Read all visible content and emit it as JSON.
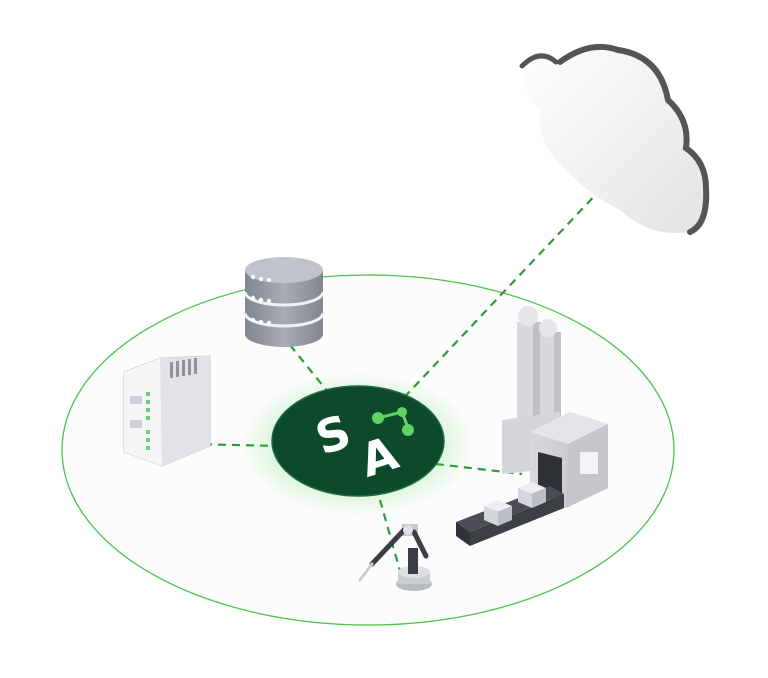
{
  "hub": {
    "logo_letters": [
      "S",
      "A"
    ],
    "icon": "network-nodes-icon"
  },
  "nodes": [
    {
      "id": "cloud",
      "icon": "cloud-icon"
    },
    {
      "id": "database",
      "icon": "database-server-icon"
    },
    {
      "id": "plc",
      "icon": "din-rail-controller-icon"
    },
    {
      "id": "factory",
      "icon": "factory-conveyor-icon"
    },
    {
      "id": "robot",
      "icon": "robot-arm-icon"
    }
  ],
  "colors": {
    "ring": "#4cc24c",
    "link": "#2e9a3a",
    "hub_bg": "#0d4a2b",
    "hub_glow": "#55d855",
    "hub_accent": "#5fd35f",
    "cloud_outline": "#555555",
    "device_grey": "#9ea3ad"
  }
}
